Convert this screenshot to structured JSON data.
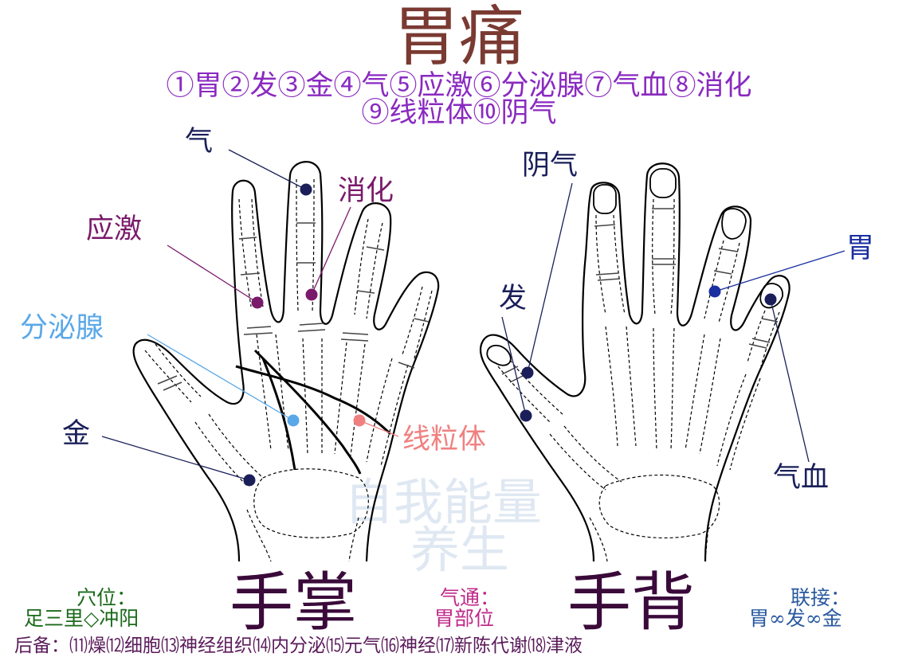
{
  "title": "胃痛",
  "legend_line1": "①胃②发③金④气⑤应激⑥分泌腺⑦气血⑧消化",
  "legend_line2": "⑨线粒体⑩阴气",
  "palm_labels": {
    "qi": "气",
    "xiaohua": "消化",
    "yingji": "应激",
    "fenmixian": "分泌腺",
    "jin": "金",
    "xianliti": "线粒体"
  },
  "back_labels": {
    "yinqi": "阴气",
    "wei": "胃",
    "fa": "发",
    "qixue": "气血"
  },
  "watermark": {
    "line1": "自我能量",
    "line2": "养生"
  },
  "captions": {
    "palm": "手掌",
    "back": "手背"
  },
  "footer": {
    "xuewei_label": "穴位：",
    "xuewei_value": "足三里◇冲阳",
    "qitong_label": "气通：",
    "qitong_value": "胃部位",
    "lianjie_label": "联接：",
    "lianjie_value": "胃∞发∞金",
    "houbei": "后备：⑾燥⑿细胞⒀神经组织⒁内分泌⒂元气⒃神经⒄新陈代谢⒅津液"
  },
  "colors": {
    "title": "#7a3a32",
    "legend": "#8a2ac0",
    "navy": "#1a1f5a",
    "purple": "#7a1a6a",
    "light_blue": "#5aa8e8",
    "salmon": "#f08080",
    "blue": "#1a2fa0",
    "green": "#1a6a1a",
    "teal": "#2a5aa0"
  }
}
